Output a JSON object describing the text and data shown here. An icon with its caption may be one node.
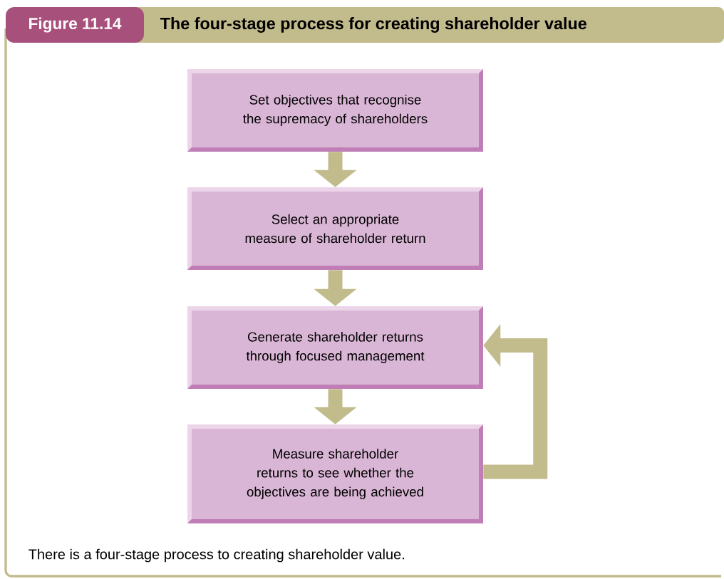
{
  "diagram": {
    "title": "The four-stage process for creating shareholder value",
    "caption": "There is a four-stage process to creating shareholder value.",
    "nodes": [
      {
        "text": [
          "Set objectives that recognise the supremacy of shareholders"
        ]
      },
      {
        "text": [
          "Select an appropriate measure of shareholder return"
        ]
      },
      {
        "text": [
          "Generate shareholder returns through focused management"
        ]
      },
      {
        "text": [
          "Measure shareholder returns to see whether the objectives are being achieved"
        ]
      }
    ],
    "edges": [
      {
        "from": 0,
        "to": 1,
        "arrow": "to"
      },
      {
        "from": 1,
        "to": 2,
        "arrow": "to"
      },
      {
        "from": 2,
        "to": 3,
        "arrow": "to"
      },
      {
        "from": 3,
        "to": 2,
        "arrow": "to"
      }
    ],
    "labels": [
      "Figure 11.14"
    ]
  }
}
